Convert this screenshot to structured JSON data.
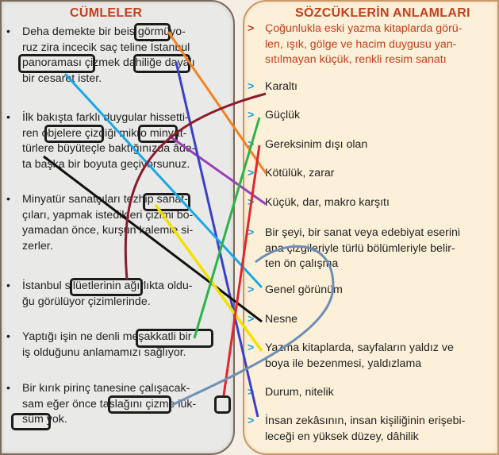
{
  "left_title": "CÜMLELER",
  "right_title": "SÖZCÜKLERİN ANLAMLARI",
  "bullet": "•",
  "arrow": ">",
  "sentences": [
    {
      "lines": [
        "Deha demekte bir beis görmüyo-",
        "ruz zira incecik saç teline İstanbul",
        "panoraması çizmek dahiliğe dayalı",
        "bir cesaret ister."
      ]
    },
    {
      "lines": [
        "İlk bakışta farklı duygular hissetti-",
        "ren objelere çizdiği mikro minyat-",
        "türlere büyüteçle baktığınızda âde-",
        "ta başka bir boyuta geçiyorsunuz."
      ]
    },
    {
      "lines": [
        "Minyatür sanatçıları tezhip sanat-",
        "çıları, yapmak istedikleri çizimi bo-",
        "yamadan önce, kurşun kalemle si-",
        "zerler."
      ]
    },
    {
      "lines": [
        "İstanbul silüetlerinin ağırlıkta oldu-",
        "ğu görülüyor çizimlerinde."
      ]
    },
    {
      "lines": [
        "Yaptığı işin ne denli meşakkatli bir",
        "iş olduğunu anlamamızı sağlıyor."
      ]
    },
    {
      "lines": [
        "Bir kırık pirinç tanesine çalışacak-",
        "sam eğer önce taslağını çizme lük-",
        "süm yok."
      ]
    }
  ],
  "definitions": [
    {
      "lines": [
        "Çoğunlukla eski yazma kitaplarda görü-",
        "len, ışık, gölge ve hacim duygusu yan-",
        "sıtılmayan küçük, renkli resim sanatı"
      ]
    },
    {
      "lines": [
        "Karaltı"
      ]
    },
    {
      "lines": [
        "Güçlük"
      ]
    },
    {
      "lines": [
        "Gereksinim dışı olan"
      ]
    },
    {
      "lines": [
        "Kötülük, zarar"
      ]
    },
    {
      "lines": [
        "Küçük, dar, makro karşıtı"
      ]
    },
    {
      "lines": [
        "Bir şeyi, bir sanat veya edebiyat eserini",
        "ana çizgileriyle türlü bölümleriyle belir-",
        "ten ön çalışma"
      ]
    },
    {
      "lines": [
        "Genel görünüm"
      ]
    },
    {
      "lines": [
        "Nesne"
      ]
    },
    {
      "lines": [
        "Yazma kitaplarda, sayfaların yaldız ve",
        "boya ile bezenmesi, yaldızlama"
      ]
    },
    {
      "lines": [
        "Durum, nitelik"
      ]
    },
    {
      "lines": [
        "İnsan zekâsının, insan kişiliğinin erişebi-",
        "leceği en yüksek düzey, dâhilik"
      ]
    }
  ]
}
